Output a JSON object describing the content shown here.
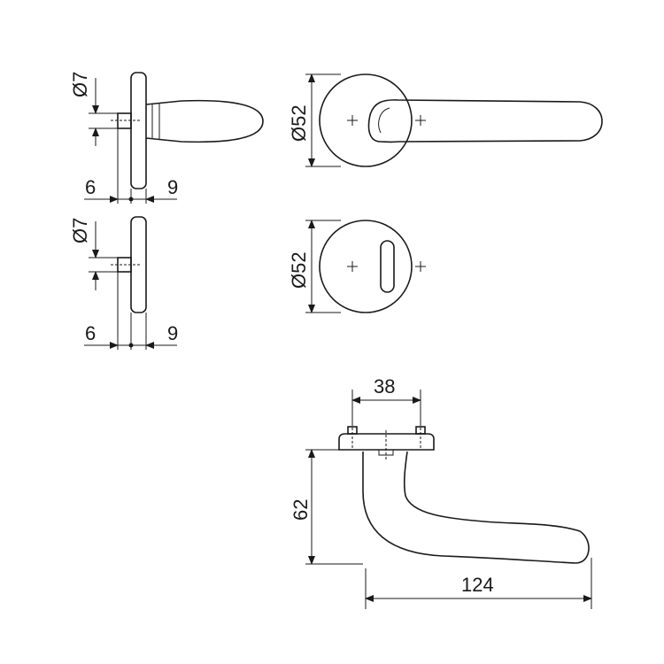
{
  "side_view_lever": {
    "spindle_diameter": "Ø7",
    "left_dim": "6",
    "right_dim": "9"
  },
  "side_view_keyhole": {
    "spindle_diameter": "Ø7",
    "left_dim": "6",
    "right_dim": "9"
  },
  "front_view_lever": {
    "rose_diameter": "Ø52"
  },
  "front_view_keyhole": {
    "rose_diameter": "Ø52"
  },
  "top_view": {
    "screw_spacing": "38",
    "height": "62",
    "length": "124"
  }
}
